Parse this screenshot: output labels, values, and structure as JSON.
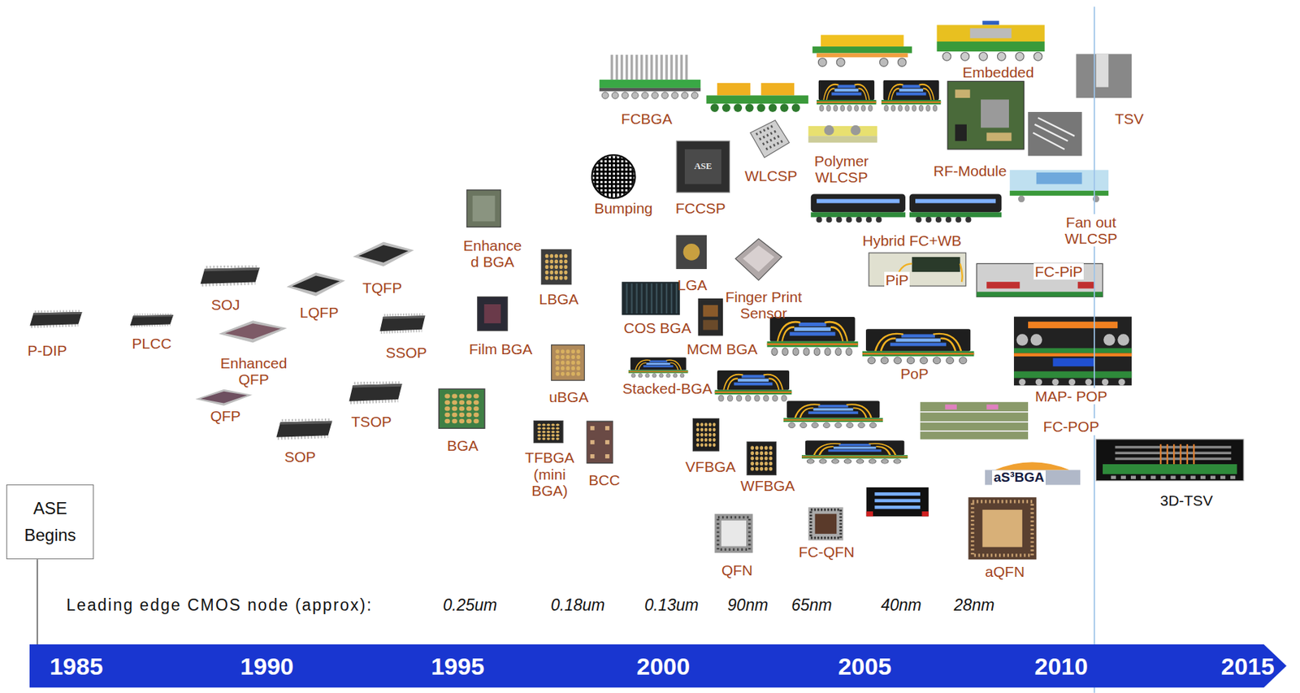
{
  "diagram": {
    "nodes": [
      {
        "text": [
          "ASE Begins"
        ]
      },
      {
        "text": [
          "1985",
          "1990",
          "1995",
          "2000",
          "2005",
          "2010",
          "2015"
        ]
      }
    ],
    "edges": [
      {
        "from": 0,
        "to": 1,
        "arrow": "none"
      }
    ],
    "labels": [
      "P-DIP",
      "PLCC",
      "SOJ",
      "Enhanced QFP",
      "LQFP",
      "TQFP",
      "SSOP",
      "QFP",
      "TSOP",
      "SOP",
      "Enhance d BGA",
      "LBGA",
      "Film BGA",
      "BGA",
      "uBGA",
      "TFBGA (mini BGA)",
      "BCC",
      "FCBGA",
      "Bumping",
      "ASE",
      "FCCSP",
      "WLCSP",
      "Polymer WLCSP",
      "Embedded",
      "RF-Module",
      "TSV",
      "LGA",
      "Finger Print Sensor",
      "COS BGA",
      "MCM BGA",
      "Stacked-BGA",
      "VFBGA",
      "WFBGA",
      "QFN",
      "FC-QFN",
      "Hybrid FC+WB",
      "Fan out WLCSP",
      "PiP",
      "FC-PiP",
      "PoP",
      "MAP- POP",
      "FC-POP",
      "aS³BGA",
      "3D-TSV",
      "aQFN",
      "Leading edge CMOS node (approx):",
      "0.25um",
      "0.18um",
      "0.13um",
      "90nm",
      "65nm",
      "40nm",
      "28nm"
    ]
  }
}
